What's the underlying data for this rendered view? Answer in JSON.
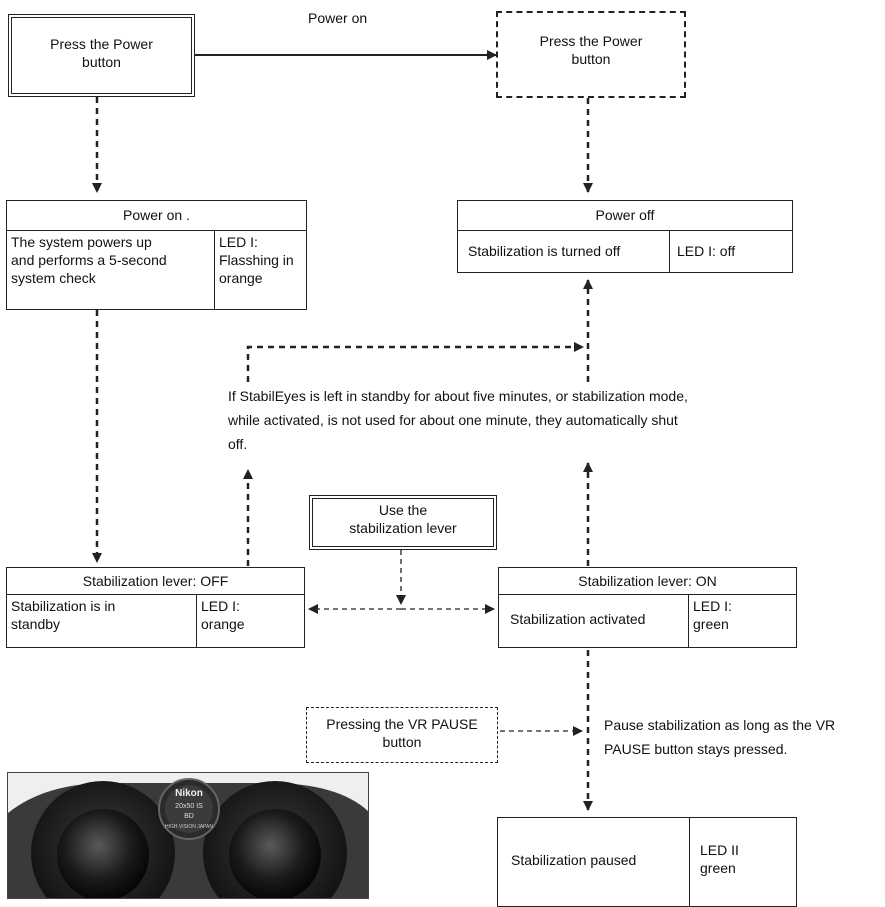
{
  "start_box": {
    "line1": "Press the Power",
    "line2": "button"
  },
  "top_arrow_label": "Power on",
  "press_power_right": {
    "line1": "Press the Power",
    "line2": "button"
  },
  "power_on_box": {
    "title": "Power on .",
    "desc_lines": [
      "The system powers up",
      "and performs a 5-second",
      "system check"
    ],
    "led_lines": [
      "LED I:",
      "Flasshing in",
      "orange"
    ]
  },
  "power_off_box": {
    "title": "Power off",
    "desc": "Stabilization is turned off",
    "led": "LED I: off"
  },
  "auto_shutoff_note": {
    "lines": [
      "If StabilEyes is left in standby for about five minutes, or stabilization mode,",
      "while activated, is not used for about one minute, they automatically shut",
      "off."
    ]
  },
  "use_lever_box": {
    "line1": "Use the",
    "line2": "stabilization lever"
  },
  "lever_off_box": {
    "title": "Stabilization lever: OFF",
    "desc_lines": [
      "Stabilization is in",
      "standby"
    ],
    "led_lines": [
      "LED I:",
      "orange"
    ]
  },
  "lever_on_box": {
    "title": "Stabilization lever: ON",
    "desc": "Stabilization activated",
    "led_lines": [
      "LED I:",
      "green"
    ]
  },
  "vr_pause_box": {
    "line1": "Pressing the VR PAUSE",
    "line2": "button"
  },
  "pause_note": {
    "line1": "Pause stabilization as long as the VR",
    "line2": "PAUSE button stays pressed."
  },
  "paused_box": {
    "desc": "Stabilization paused",
    "led_lines": [
      "LED II",
      "green"
    ]
  },
  "binocular_photo": {
    "brand": "Nikon",
    "model": "20x50 IS",
    "line": "BD",
    "curve_text": "HIGH VISION JAPAN"
  },
  "colors": {
    "line": "#222222",
    "photo_bg": "#3a3a3a"
  }
}
